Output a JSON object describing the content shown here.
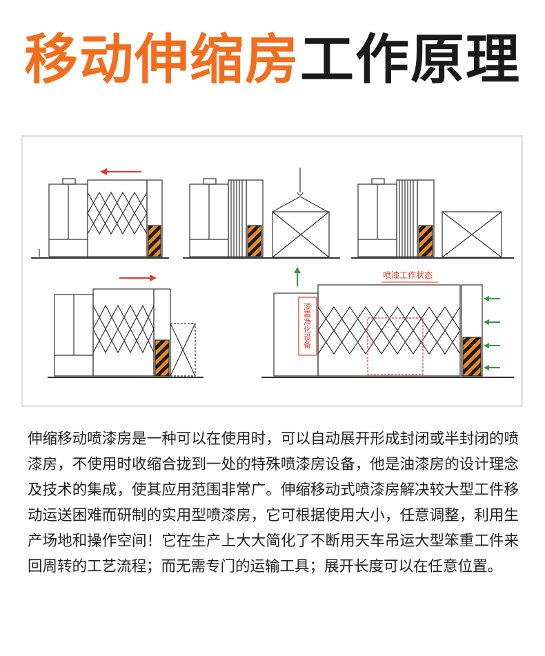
{
  "title": {
    "part_orange": "移动伸缩房",
    "part_black": "工作原理"
  },
  "diagram": {
    "state_label": "喷漆工作状态",
    "purify_label": "漆雾净化设备"
  },
  "description": "伸缩移动喷漆房是一种可以在使用时，可以自动展开形成封闭或半封闭的喷漆房，不使用时收缩合拢到一处的特殊喷漆房设备，他是油漆房的设计理念及技术的集成，使其应用范围非常广。伸缩移动式喷漆房解决较大型工件移动运送困难而研制的实用型喷漆房，它可根据使用大小，任意调整，利用生产场地和操作空间！它在生产上大大简化了不断用天车吊运大型笨重工件来回周转的工艺流程；而无需专门的运输工具；展开长度可以在任意位置。",
  "colors": {
    "accent": "#f26e1f",
    "arrow_red": "#e03a2f",
    "arrow_green": "#2e9b3a",
    "hazard": "#f08a1c"
  }
}
